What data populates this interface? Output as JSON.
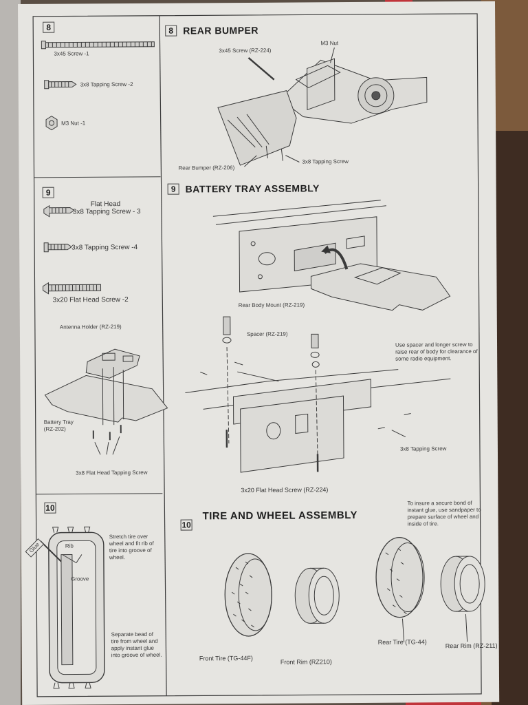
{
  "parts_list": {
    "step8": {
      "number": "8",
      "items": [
        "3x45 Screw -1",
        "3x8 Tapping Screw -2",
        "M3 Nut -1"
      ]
    },
    "step9": {
      "number": "9",
      "items": [
        "Flat Head",
        "3x8 Tapping Screw - 3",
        "3x8 Tapping Screw -4",
        "3x20 Flat Head Screw -2"
      ],
      "diagram_labels": {
        "antenna_holder": "Antenna Holder (RZ-219)",
        "battery_tray": "Battery Tray\n(RZ-202)",
        "flat_head_screw": "3x8 Flat Head Tapping Screw"
      }
    },
    "step10": {
      "number": "10",
      "glue_tag": "Glue",
      "rib": "Rib",
      "groove": "Groove",
      "stretch_note": "Stretch tire over wheel and fit rib of tire into groove of wheel.",
      "separate_note": "Separate bead of tire from wheel and apply instant glue into groove of wheel."
    }
  },
  "steps": {
    "rear_bumper": {
      "number": "8",
      "title": "REAR BUMPER",
      "labels": {
        "screw": "3x45 Screw (RZ-224)",
        "nut": "M3 Nut",
        "bumper": "Rear Bumper (RZ-206)",
        "tapping": "3x8 Tapping Screw"
      }
    },
    "battery_tray": {
      "number": "9",
      "title": "BATTERY TRAY ASSEMBLY",
      "labels": {
        "body_mount": "Rear Body Mount (RZ-219)",
        "spacer": "Spacer (RZ-219)",
        "note": "Use spacer and longer screw to raise rear of body for clearance of some radio equipment.",
        "tapping": "3x8 Tapping Screw",
        "flat_head": "3x20 Flat Head Screw (RZ-224)"
      }
    },
    "tire_wheel": {
      "number": "10",
      "title": "TIRE AND WHEEL ASSEMBLY",
      "note": "To insure a secure bond of instant glue, use sandpaper to prepare surface of wheel and inside of tire.",
      "labels": {
        "front_tire": "Front Tire (TG-44F)",
        "front_rim": "Front Rim (RZ210)",
        "rear_tire": "Rear Tire (TG-44)",
        "rear_rim": "Rear Rim (RZ-211)"
      }
    }
  }
}
